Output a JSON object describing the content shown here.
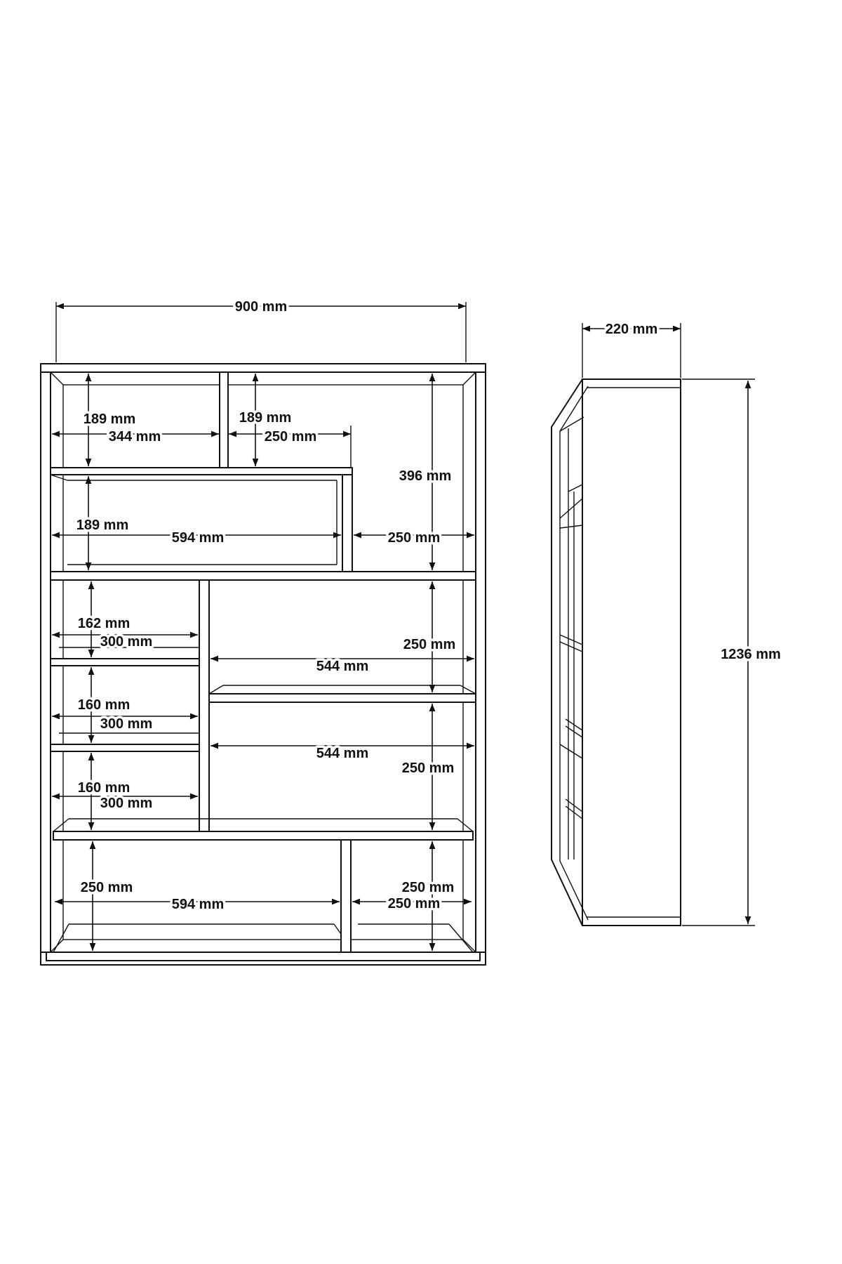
{
  "front_view": {
    "overall_width": "900 mm",
    "row1_left_height": "189 mm",
    "row1_left_width": "344 mm",
    "row1_middle_height": "189 mm",
    "row1_middle_width": "250 mm",
    "right_top_height": "396 mm",
    "row2_left_height": "189 mm",
    "row2_left_width": "594 mm",
    "row2_right_width": "250 mm",
    "row3_left_height": "162 mm",
    "row3_left_width": "300 mm",
    "row3_right_height": "250 mm",
    "row3_right_width": "544 mm",
    "row4_left_height": "160 mm",
    "row4_left_width": "300 mm",
    "row4_right_height": "250 mm",
    "row4_right_width": "544 mm",
    "row5_left_height": "160 mm",
    "row5_left_width": "300 mm",
    "bottom_left_height": "250 mm",
    "bottom_left_width": "594 mm",
    "bottom_right_height": "250 mm",
    "bottom_right_width": "250 mm"
  },
  "side_view": {
    "depth": "220 mm",
    "overall_height": "1236 mm"
  },
  "colors": {
    "line": "#111111",
    "background": "#ffffff"
  }
}
